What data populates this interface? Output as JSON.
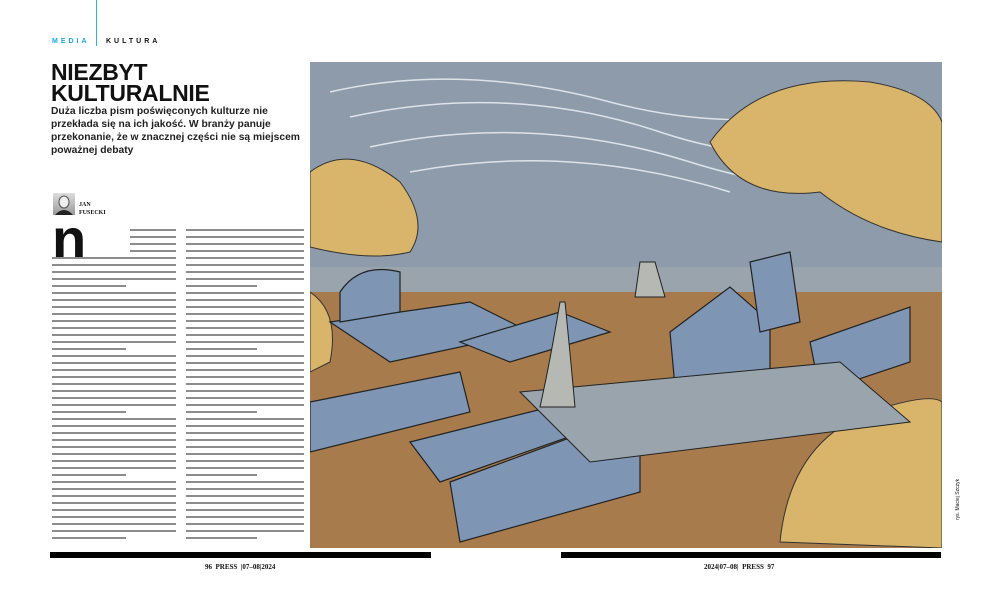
{
  "section": {
    "primary": "MEDIA",
    "secondary": "KULTURA"
  },
  "article": {
    "title_line1": "NIEZBYT",
    "title_line2": "KULTURALNIE",
    "lead": "Duża liczba pism poświęconych kulturze nie przekłada się na ich jakość. W branży panuje przekonanie, że w znacznej części nie są miejscem poważnej debaty",
    "author_first": "JAN",
    "author_last": "FUSECKI",
    "dropcap": "n"
  },
  "illustration": {
    "credit": "rys. Maciej Szczyk"
  },
  "footer": {
    "left": {
      "page": "96",
      "magazine": "PRESS",
      "issue": "|07–08|2024"
    },
    "right": {
      "issue": "2024|07–08|",
      "magazine": "PRESS",
      "page": "97"
    }
  },
  "colors": {
    "accent": "#1aa6e0",
    "sky": "#8d9bab",
    "ground": "#a87b4c",
    "stone": "#7e95b3",
    "foliage": "#d8b56a"
  }
}
